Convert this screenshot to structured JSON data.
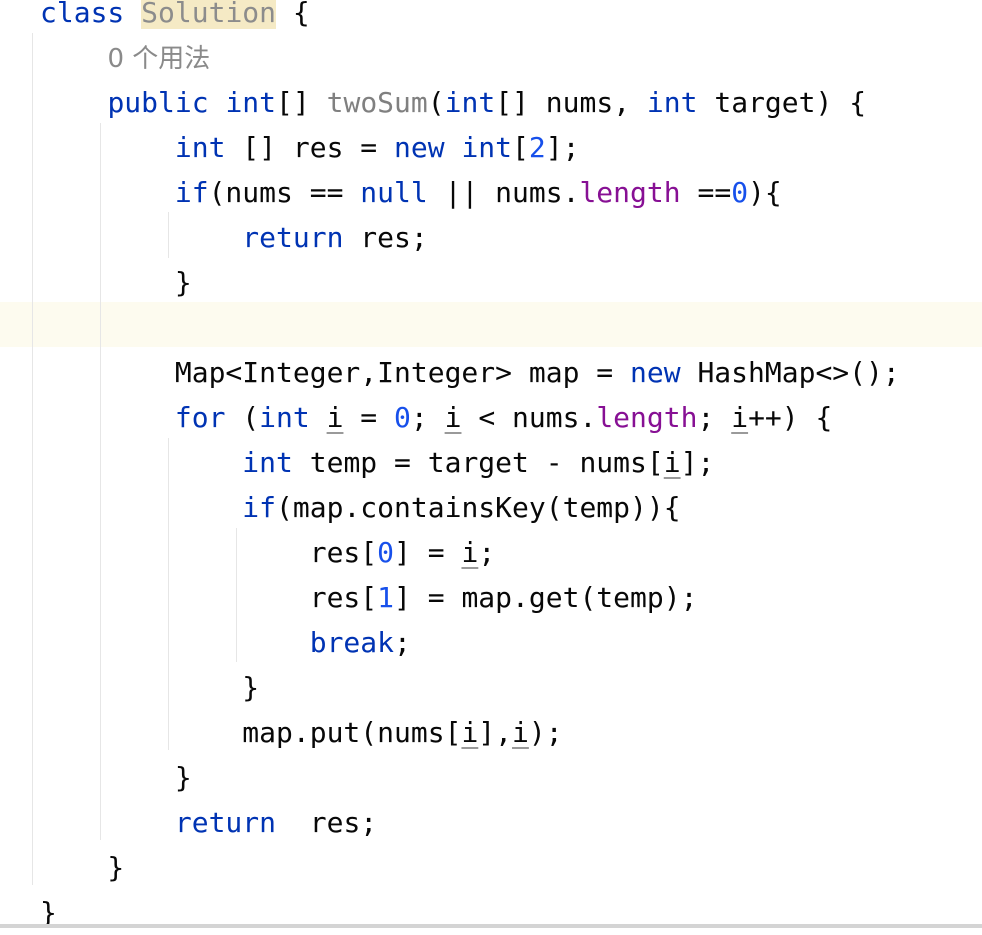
{
  "editor": {
    "lines": [
      [
        [
          "class ",
          "k"
        ],
        [
          "Solution",
          "h"
        ],
        [
          " {",
          "p"
        ]
      ],
      [
        [
          "    ",
          "p"
        ],
        [
          "0 个用法",
          "c"
        ]
      ],
      [
        [
          "    ",
          "p"
        ],
        [
          "public",
          "k"
        ],
        [
          " ",
          "p"
        ],
        [
          "int",
          "k"
        ],
        [
          "[] ",
          "p"
        ],
        [
          "twoSum",
          "g"
        ],
        [
          "(",
          "p"
        ],
        [
          "int",
          "k"
        ],
        [
          "[] nums, ",
          "p"
        ],
        [
          "int",
          "k"
        ],
        [
          " target) {",
          "p"
        ]
      ],
      [
        [
          "        ",
          "p"
        ],
        [
          "int",
          "k"
        ],
        [
          " [] res = ",
          "p"
        ],
        [
          "new",
          "k"
        ],
        [
          " ",
          "p"
        ],
        [
          "int",
          "k"
        ],
        [
          "[",
          "p"
        ],
        [
          "2",
          "n"
        ],
        [
          "];",
          "p"
        ]
      ],
      [
        [
          "        ",
          "p"
        ],
        [
          "if",
          "k"
        ],
        [
          "(nums == ",
          "p"
        ],
        [
          "null",
          "k"
        ],
        [
          " || nums.",
          "p"
        ],
        [
          "length",
          "f"
        ],
        [
          " ==",
          "p"
        ],
        [
          "0",
          "n"
        ],
        [
          "){",
          "p"
        ]
      ],
      [
        [
          "            ",
          "p"
        ],
        [
          "return",
          "k"
        ],
        [
          " res;",
          "p"
        ]
      ],
      [
        [
          "        }",
          "p"
        ]
      ],
      [
        [
          "",
          "p"
        ]
      ],
      [
        [
          "        Map<Integer,Integer> map = ",
          "p"
        ],
        [
          "new",
          "k"
        ],
        [
          " HashMap<>();",
          "p"
        ]
      ],
      [
        [
          "        ",
          "p"
        ],
        [
          "for",
          "k"
        ],
        [
          " (",
          "p"
        ],
        [
          "int",
          "k"
        ],
        [
          " ",
          "p"
        ],
        [
          "i",
          "u"
        ],
        [
          " = ",
          "p"
        ],
        [
          "0",
          "n"
        ],
        [
          "; ",
          "p"
        ],
        [
          "i",
          "u"
        ],
        [
          " < nums.",
          "p"
        ],
        [
          "length",
          "f"
        ],
        [
          "; ",
          "p"
        ],
        [
          "i",
          "u"
        ],
        [
          "++) {",
          "p"
        ]
      ],
      [
        [
          "            ",
          "p"
        ],
        [
          "int",
          "k"
        ],
        [
          " temp = target - nums[",
          "p"
        ],
        [
          "i",
          "u"
        ],
        [
          "];",
          "p"
        ]
      ],
      [
        [
          "            ",
          "p"
        ],
        [
          "if",
          "k"
        ],
        [
          "(map.containsKey(temp)){",
          "p"
        ]
      ],
      [
        [
          "                res[",
          "p"
        ],
        [
          "0",
          "n"
        ],
        [
          "] = ",
          "p"
        ],
        [
          "i",
          "u"
        ],
        [
          ";",
          "p"
        ]
      ],
      [
        [
          "                res[",
          "p"
        ],
        [
          "1",
          "n"
        ],
        [
          "] = map.get(temp);",
          "p"
        ]
      ],
      [
        [
          "                ",
          "p"
        ],
        [
          "break",
          "k"
        ],
        [
          ";",
          "p"
        ]
      ],
      [
        [
          "            }",
          "p"
        ]
      ],
      [
        [
          "            map.put(nums[",
          "p"
        ],
        [
          "i",
          "u"
        ],
        [
          "],",
          "p"
        ],
        [
          "i",
          "u"
        ],
        [
          ");",
          "p"
        ]
      ],
      [
        [
          "        }",
          "p"
        ]
      ],
      [
        [
          "        ",
          "p"
        ],
        [
          "return",
          "k"
        ],
        [
          "  res;",
          "p"
        ]
      ],
      [
        [
          "    }",
          "p"
        ]
      ],
      [
        [
          "}",
          "p"
        ]
      ]
    ]
  },
  "colors": {
    "keyword": "#0033b3",
    "number": "#1750eb",
    "field": "#871094",
    "unused": "#808080",
    "highlight": "#f5eac5"
  }
}
